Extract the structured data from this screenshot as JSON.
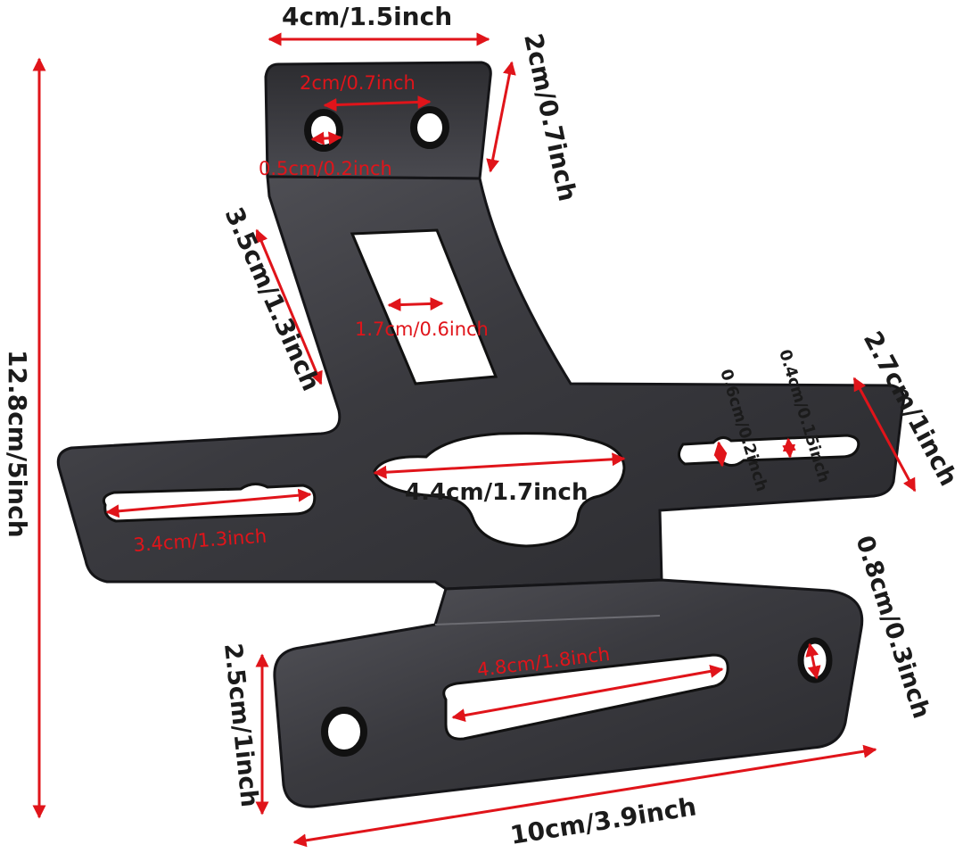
{
  "colors": {
    "metal": "#3b3b3f",
    "metal_edge": "#151518",
    "metal_highlight": "#6c6c72",
    "arrow": "#e0141a",
    "label_dark": "#1b1b1b",
    "label_red": "#e0141a",
    "background": "#ffffff"
  },
  "dimensions": {
    "top_width": "4cm/1.5inch",
    "hole_spacing": "2cm/0.7inch",
    "hole_diameter_top": "0.5cm/0.2inch",
    "tab_height": "2cm/0.7inch",
    "neck_length": "3.5cm/1.3inch",
    "upper_slot_width": "1.7cm/0.6inch",
    "overall_height": "12.8cm/5inch",
    "arm_height": "2.7cm/1inch",
    "small_slot_a": "0.4cm/0.15inch",
    "small_slot_b": "0.6cm/0.2inch",
    "center_cutout": "4.4cm/1.7inch",
    "left_slot": "3.4cm/1.3inch",
    "right_hole": "0.8cm/0.3inch",
    "bottom_slot": "4.8cm/1.8inch",
    "bottom_height": "2.5cm/1inch",
    "bottom_width": "10cm/3.9inch"
  }
}
